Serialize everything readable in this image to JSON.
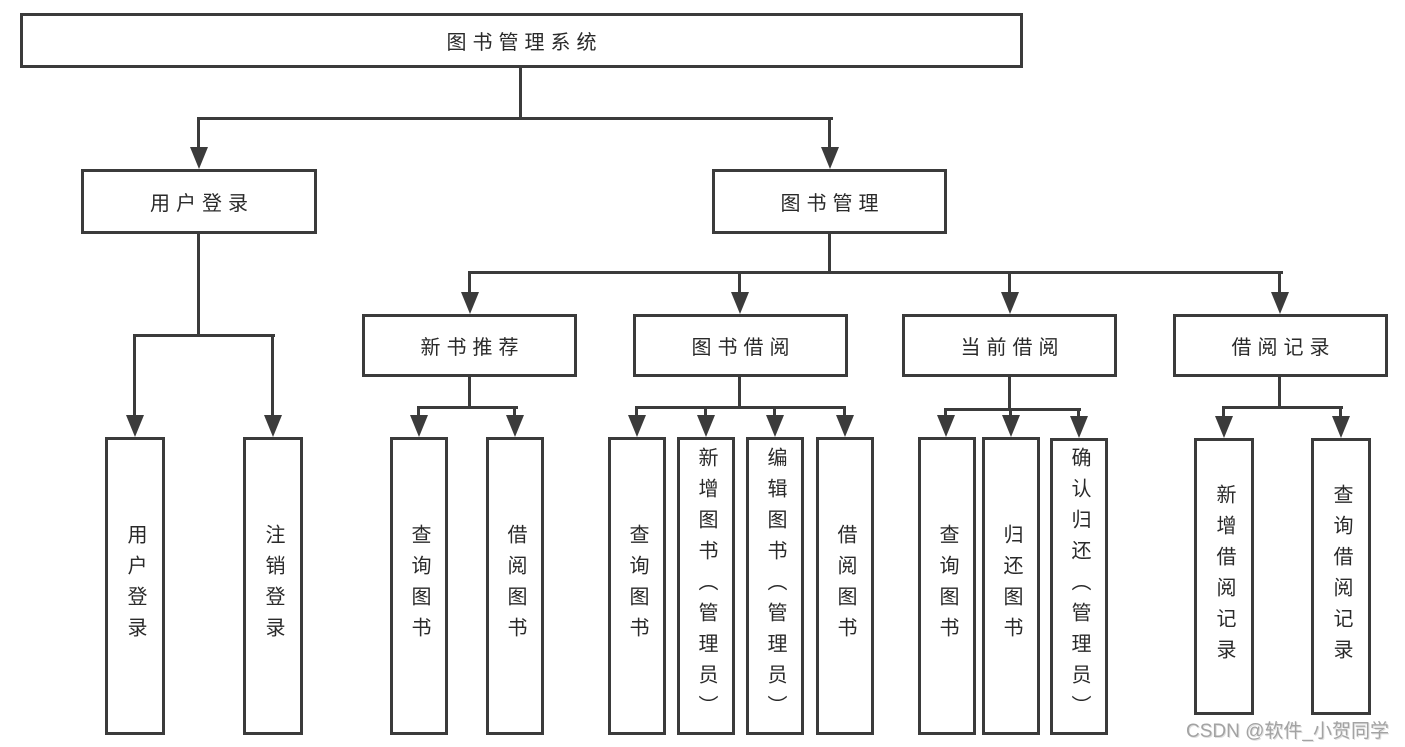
{
  "colors": {
    "line": "#3b3b3b",
    "text": "#2a2a2a",
    "box_bg": "#ffffff",
    "canvas_bg": "#ffffff",
    "watermark_color": "#a3a3a3"
  },
  "tree": {
    "root": {
      "label": "图书管理系统",
      "children": [
        {
          "label": "用户登录",
          "children": [
            {
              "label": "用户登录"
            },
            {
              "label": "注销登录"
            }
          ]
        },
        {
          "label": "图书管理",
          "children": [
            {
              "label": "新书推荐",
              "children": [
                {
                  "label": "查询图书"
                },
                {
                  "label": "借阅图书"
                }
              ]
            },
            {
              "label": "图书借阅",
              "children": [
                {
                  "label": "查询图书"
                },
                {
                  "label": "新增图书（管理员）"
                },
                {
                  "label": "编辑图书（管理员）"
                },
                {
                  "label": "借阅图书"
                }
              ]
            },
            {
              "label": "当前借阅",
              "children": [
                {
                  "label": "查询图书"
                },
                {
                  "label": "归还图书"
                },
                {
                  "label": "确认归还（管理员）"
                }
              ]
            },
            {
              "label": "借阅记录",
              "children": [
                {
                  "label": "新增借阅记录"
                },
                {
                  "label": "查询借阅记录"
                }
              ]
            }
          ]
        }
      ]
    }
  },
  "watermark": {
    "text": "CSDN @软件_小贺同学"
  }
}
